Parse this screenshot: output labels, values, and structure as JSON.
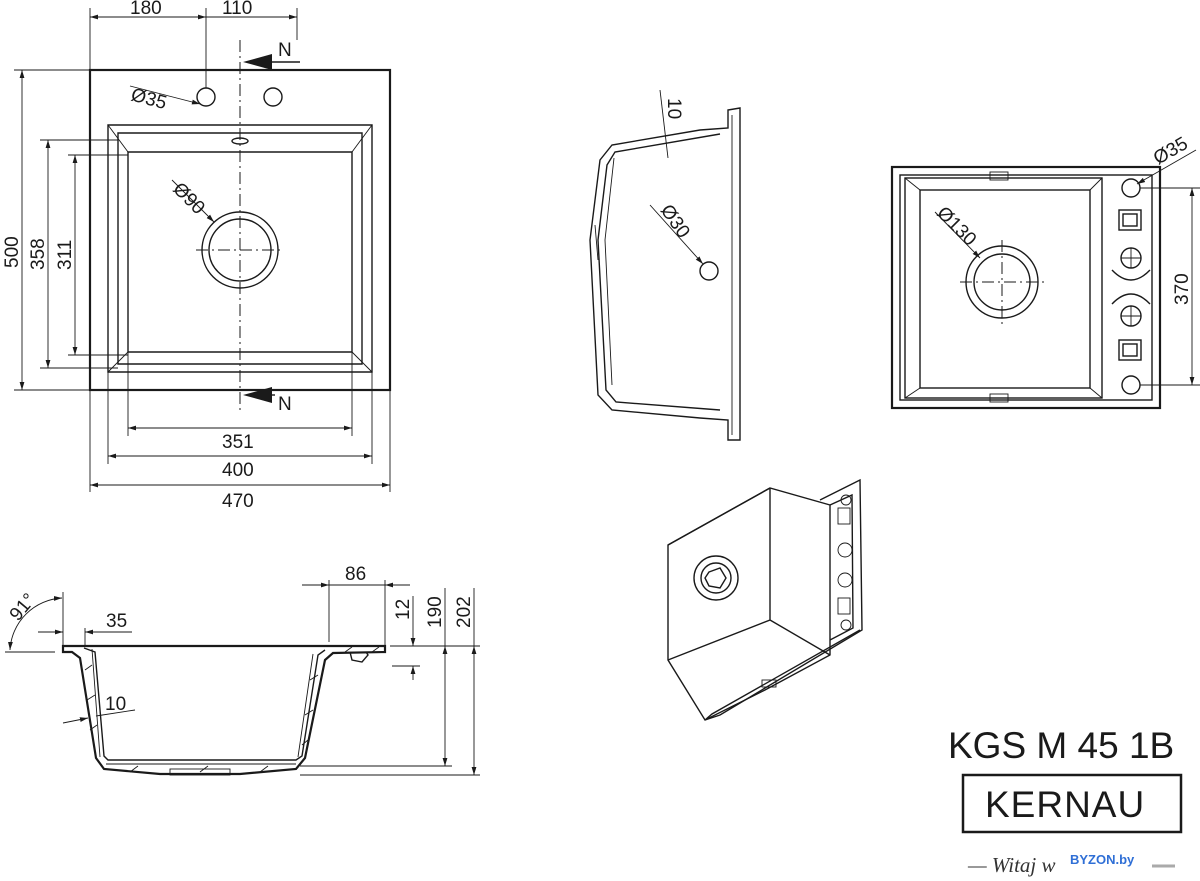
{
  "top_view": {
    "dim_180": "180",
    "dim_110": "110",
    "north_top": "N",
    "north_bottom": "N",
    "tap_hole": "Ø35",
    "drain": "Ø90",
    "dim_500": "500",
    "dim_358": "358",
    "dim_311": "311",
    "dim_351": "351",
    "dim_400": "400",
    "dim_470": "470"
  },
  "side_section": {
    "wall": "10",
    "overflow": "Ø30"
  },
  "bottom_view": {
    "tap_hole": "Ø35",
    "drain": "Ø130",
    "dim_370": "370"
  },
  "cross_section": {
    "dim_86": "86",
    "angle": "91°",
    "dim_35": "35",
    "dim_12": "12",
    "dim_190": "190",
    "dim_202": "202",
    "wall": "10"
  },
  "branding": {
    "model": "KGS M 45 1B",
    "brand": "KERNAU",
    "tagline": "— Witaj w",
    "watermark": "BYZON.by"
  }
}
